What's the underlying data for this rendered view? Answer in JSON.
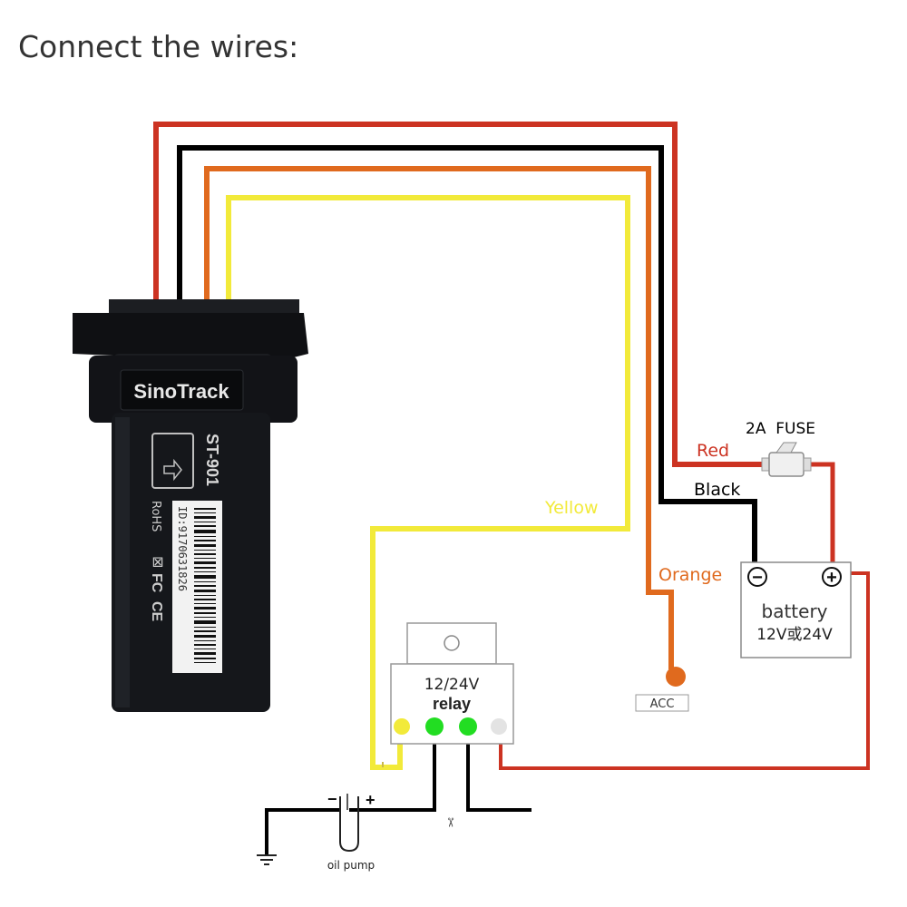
{
  "title": "Connect the wires:",
  "colors": {
    "red": "#cc3322",
    "black": "#000000",
    "orange": "#e06a1e",
    "yellow": "#f2ea3a",
    "green": "#22dd22",
    "device": "#15171b"
  },
  "device": {
    "brand": "SinoTrack",
    "model": "ST-901",
    "id": "ID:9170631826",
    "cert_marks": [
      "RoHS",
      "FC",
      "CE"
    ]
  },
  "wires": {
    "red_label": "Red",
    "black_label": "Black",
    "orange_label": "Orange",
    "yellow_label": "Yellow"
  },
  "fuse": {
    "label": "2A  FUSE"
  },
  "battery": {
    "label": "battery",
    "voltage": "12V或24V",
    "minus": "−",
    "plus": "+"
  },
  "acc": {
    "label": "ACC"
  },
  "relay": {
    "voltage": "12/24V",
    "label": "relay"
  },
  "oil_pump": {
    "label": "oil pump",
    "minus": "−",
    "plus": "+"
  },
  "icons": [
    "scissors-icon",
    "ground-icon",
    "barcode-icon",
    "sim-card-icon"
  ]
}
